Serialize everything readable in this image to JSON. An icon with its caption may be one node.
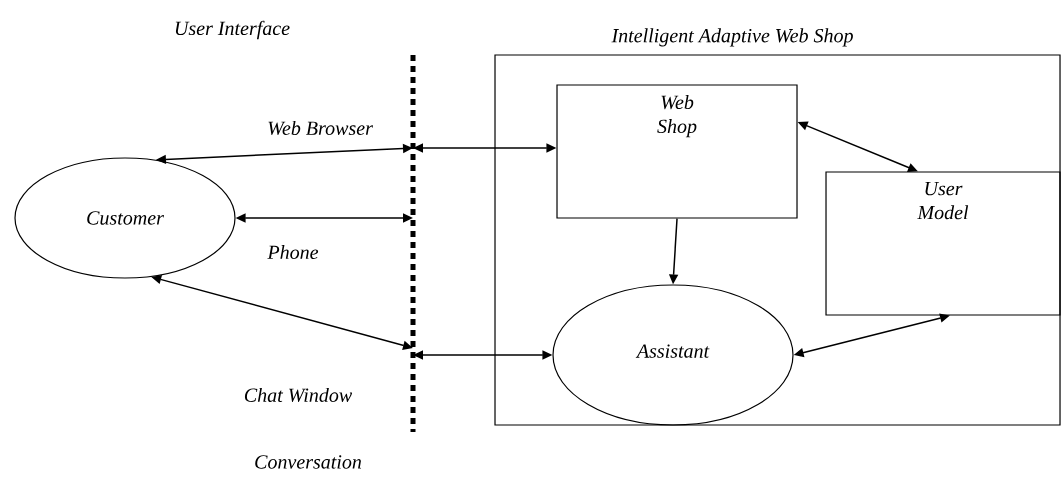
{
  "diagram": {
    "nodes": [
      {
        "text": [
          "Intelligent Adaptive Web Shop"
        ]
      },
      {
        "text": [
          "Web Shop"
        ],
        "in": 0
      },
      {
        "text": [
          "User Model"
        ],
        "in": 0
      },
      {
        "text": [
          "Assistant"
        ],
        "in": 0
      },
      {
        "text": [
          "Customer"
        ]
      },
      {
        "text": [],
        "shape": "bar"
      }
    ],
    "edges": [
      {
        "from": 4,
        "to": 5,
        "arrow": "both",
        "label": "Web Browser"
      },
      {
        "from": 4,
        "to": 5,
        "arrow": "both",
        "label": "Phone"
      },
      {
        "from": 4,
        "to": 5,
        "arrow": "both",
        "label": "Chat Window"
      },
      {
        "from": 5,
        "to": 1,
        "arrow": "both"
      },
      {
        "from": 5,
        "to": 3,
        "arrow": "both"
      },
      {
        "from": 1,
        "to": 3,
        "arrow": "to"
      },
      {
        "from": 1,
        "to": 2,
        "arrow": "both"
      },
      {
        "from": 3,
        "to": 2,
        "arrow": "both"
      }
    ],
    "labels": [
      "User Interface",
      "Conversation"
    ]
  }
}
